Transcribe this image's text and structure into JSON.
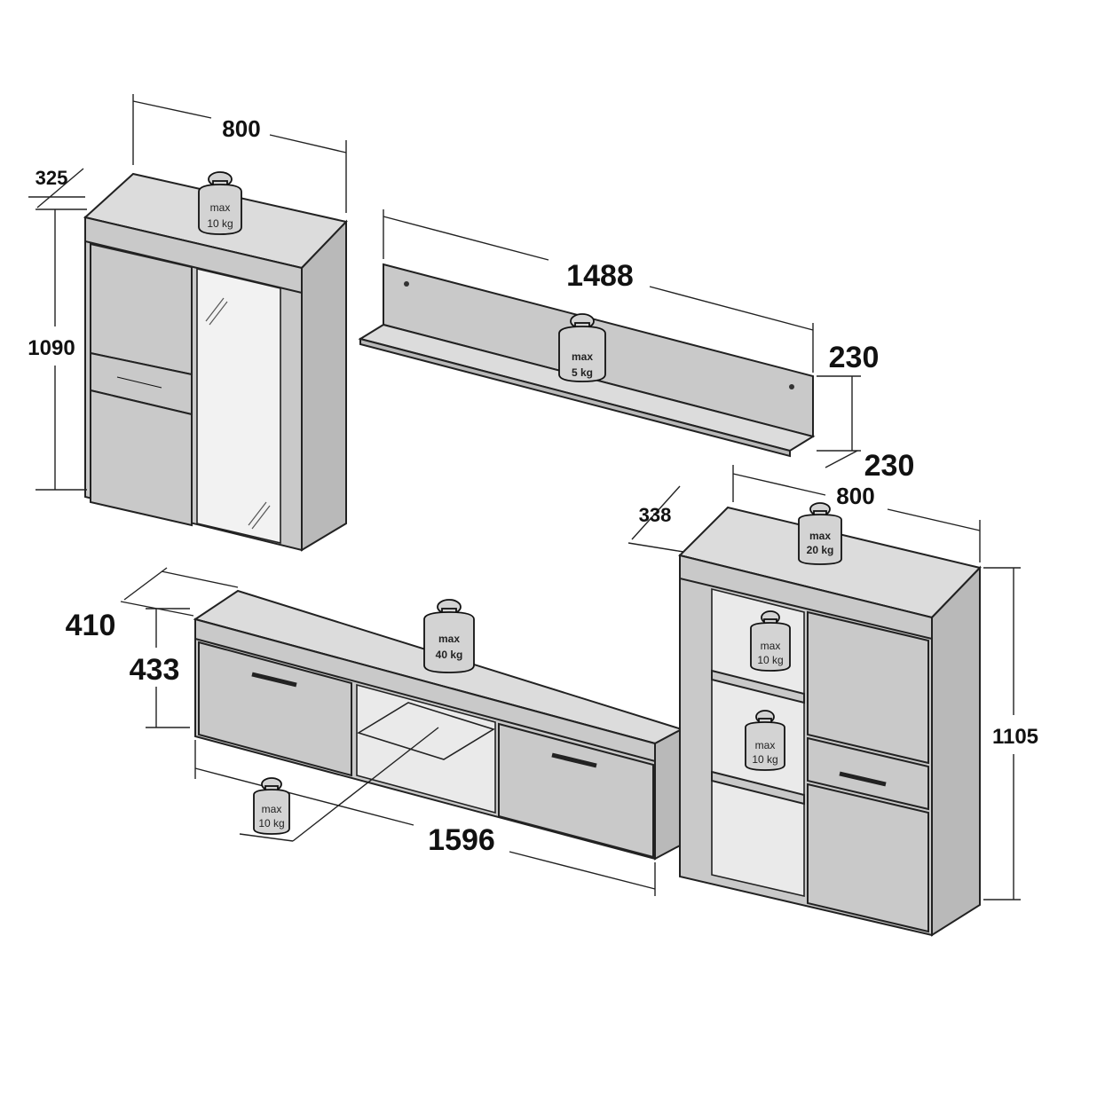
{
  "dimensions": {
    "left_cabinet": {
      "width": "800",
      "depth": "325",
      "height": "1090"
    },
    "wall_shelf": {
      "width": "1488",
      "height": "230",
      "depth": "230"
    },
    "tv_unit": {
      "depth": "410",
      "height": "433",
      "width": "1596"
    },
    "right_cabinet": {
      "width": "800",
      "depth": "338",
      "height": "1105"
    }
  },
  "load_labels": {
    "left_cabinet_top": {
      "line1": "max",
      "line2": "10 kg"
    },
    "wall_shelf": {
      "line1": "max",
      "line2": "5 kg"
    },
    "tv_unit_top": {
      "line1": "max",
      "line2": "40 kg"
    },
    "tv_unit_shelf": {
      "line1": "max",
      "line2": "10 kg"
    },
    "right_cabinet_top": {
      "line1": "max",
      "line2": "20 kg"
    },
    "right_shelf_upper": {
      "line1": "max",
      "line2": "10 kg"
    },
    "right_shelf_middle": {
      "line1": "max",
      "line2": "10 kg"
    }
  },
  "icons": [
    "weight-icon",
    "handle-icon",
    "glass-reflection-icon"
  ],
  "colors": {
    "panel": "#c9c9c9",
    "line": "#222222",
    "background": "#ffffff"
  }
}
